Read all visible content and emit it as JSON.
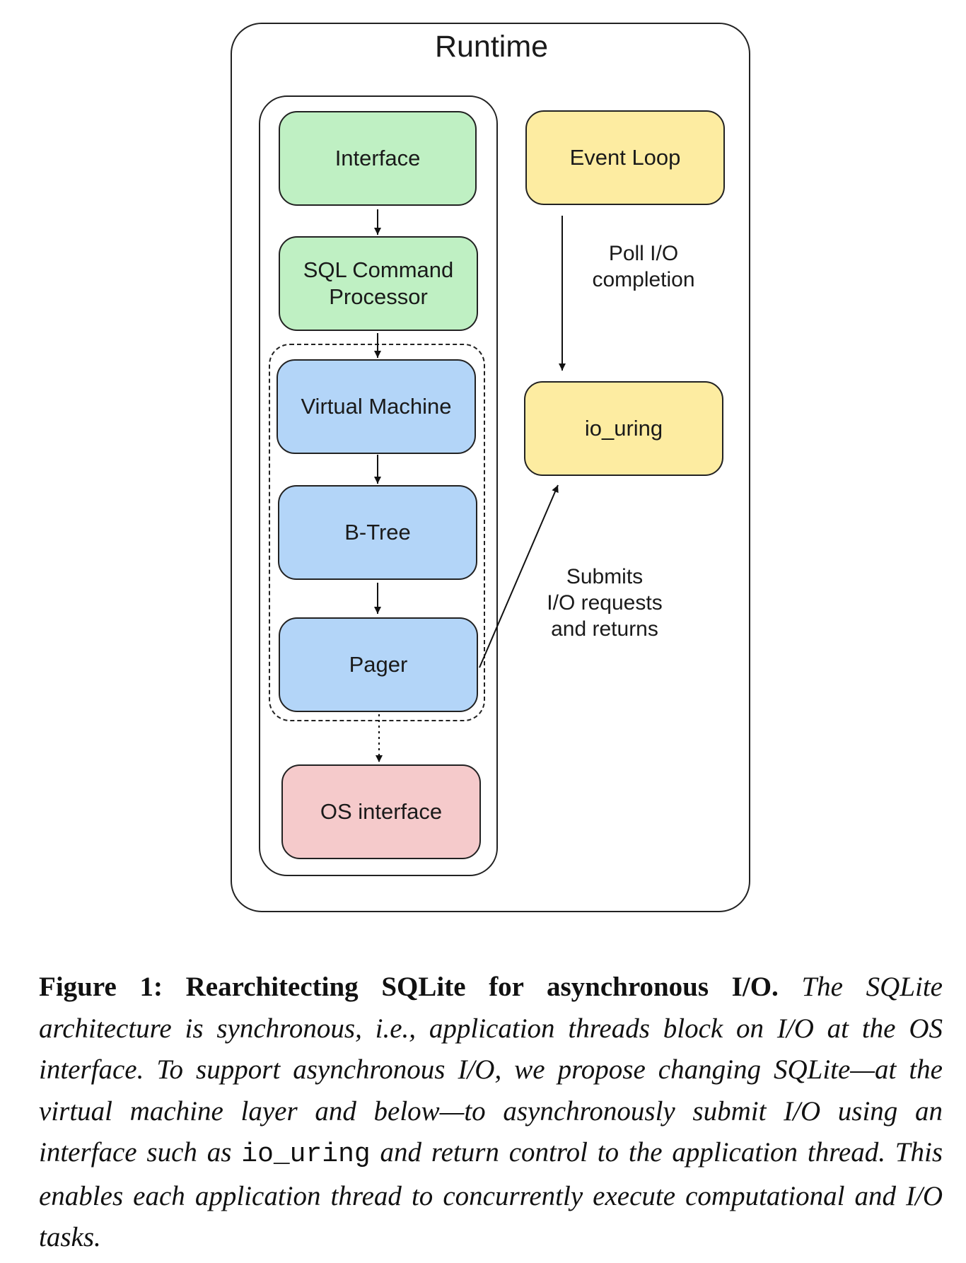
{
  "diagram": {
    "runtime_title": "Runtime",
    "nodes": {
      "interface": "Interface",
      "sql_command_processor": "SQL Command\nProcessor",
      "virtual_machine": "Virtual Machine",
      "btree": "B-Tree",
      "pager": "Pager",
      "os_interface": "OS interface",
      "event_loop": "Event Loop",
      "io_uring": "io_uring"
    },
    "edge_labels": {
      "poll": "Poll I/O\ncompletion",
      "submit": "Submits\nI/O requests\nand returns"
    },
    "colors": {
      "green": "#bff0c3",
      "blue": "#b3d5f8",
      "yellow": "#fdeca1",
      "pink": "#f5cacb"
    }
  },
  "caption": {
    "figure_label": "Figure 1: Rearchitecting SQLite for asynchronous I/O.",
    "text_before_code": "The SQLite architecture is synchronous, i.e., application threads block on I/O at the OS interface. To support asynchronous I/O, we propose changing SQLite—at the virtual machine layer and below—to asynchronously submit I/O using an interface such as",
    "code": "io_uring",
    "text_after_code": "and return control to the application thread. This enables each application thread to concurrently execute computational and I/O tasks."
  }
}
